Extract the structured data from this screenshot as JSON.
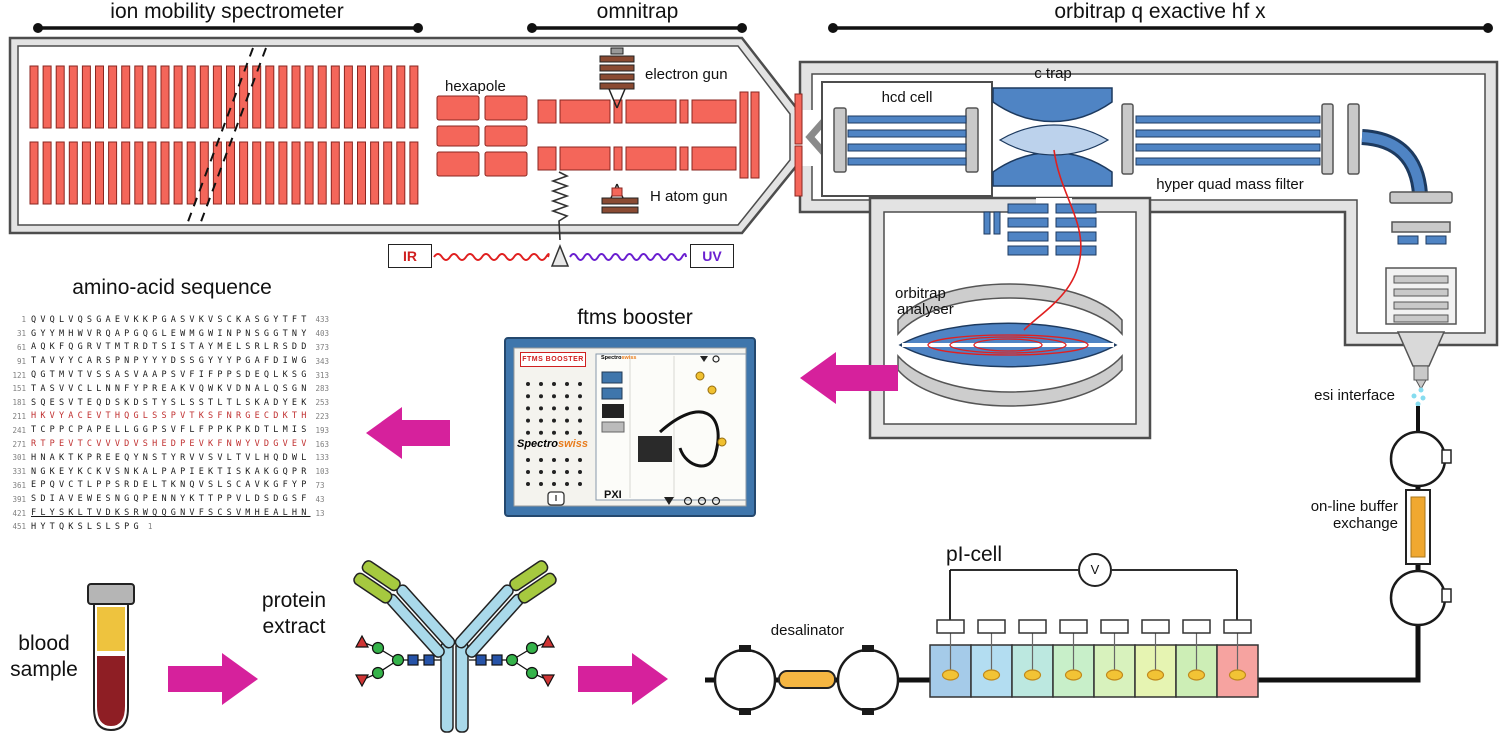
{
  "header": {
    "ims_title": "ion mobility spectrometer",
    "omnitrap_title": "omnitrap",
    "orbitrap_title": "orbitrap q exactive hf x"
  },
  "instrument": {
    "hexapole": "hexapole",
    "electron_gun": "electron gun",
    "h_atom_gun": "H atom gun",
    "ir_label": "IR",
    "uv_label": "UV",
    "hcd_cell": "hcd cell",
    "c_trap": "c trap",
    "hyper_quad": "hyper quad mass filter",
    "orbitrap_analyser_1": "orbitrap",
    "orbitrap_analyser_2": "analyser",
    "esi_interface": "esi interface",
    "buffer_1": "on-line buffer",
    "buffer_2": "exchange"
  },
  "sequence": {
    "title": "amino-acid sequence",
    "rows": [
      {
        "left": "1",
        "right": "433",
        "cls": "",
        "seq": "QVQLVQSGAEVKKPGASVKVSCKASGYTFT"
      },
      {
        "left": "31",
        "right": "403",
        "cls": "",
        "seq": "GYYMHWVRQAPGQGLEWMGWINPNSGGTNY"
      },
      {
        "left": "61",
        "right": "373",
        "cls": "",
        "seq": "AQKFQGRVTMTRDTSISTAYMELSRLRSDD"
      },
      {
        "left": "91",
        "right": "343",
        "cls": "",
        "seq": "TAVYYCARSPNPYYYDSSGYYYPGAFDIWG"
      },
      {
        "left": "121",
        "right": "313",
        "cls": "",
        "seq": "QGTMVTVSSASVAAPSVFIFPPSDEQLKSG"
      },
      {
        "left": "151",
        "right": "283",
        "cls": "",
        "seq": "TASVVCLLNNFYPREAKVQWKVDNALQSGN"
      },
      {
        "left": "181",
        "right": "253",
        "cls": "",
        "seq": "SQESVTEQDSKDSTYSLSSTLTLSKADYEK"
      },
      {
        "left": "211",
        "right": "223",
        "cls": "red",
        "seq": "HKVYACEVTHQGLSSPVTKSFNRGECDKTH"
      },
      {
        "left": "241",
        "right": "193",
        "cls": "",
        "seq": "TCPPCPAPELLGGPSVFLFPPKPKDTLMIS"
      },
      {
        "left": "271",
        "right": "163",
        "cls": "red",
        "seq": "RTPEVTCVVVDVSHEDPEVKFNWYVDGVEV"
      },
      {
        "left": "301",
        "right": "133",
        "cls": "",
        "seq": "HNAKTKPREEQYNSTYRVVSVLTVLHQDWL"
      },
      {
        "left": "331",
        "right": "103",
        "cls": "",
        "seq": "NGKEYKCKVSNKALPAPIEKTISKAKGQPR"
      },
      {
        "left": "361",
        "right": "73",
        "cls": "",
        "seq": "EPQVCTLPPSRDELTKNQVSLSCAVKGFYP"
      },
      {
        "left": "391",
        "right": "43",
        "cls": "",
        "seq": "SDIAVEWESNGQPENNYKTTPPVLDSDGSF"
      },
      {
        "left": "421",
        "right": "13",
        "cls": "ul",
        "seq": "FLYSKLTVDKSRWQQGNVFSCSVMHEALHN"
      },
      {
        "left": "451",
        "right": "1",
        "cls": "",
        "seq": "HYTQKSLSLSPG"
      }
    ]
  },
  "ftms": {
    "title": "ftms booster",
    "device_label": "FTMS BOOSTER",
    "brand_prefix": "Spectro",
    "brand_suffix": "swiss",
    "brand_small_prefix": "Spectro",
    "brand_small_suffix": "swiss",
    "pxi_label": "PXI"
  },
  "workflow": {
    "blood_1": "blood",
    "blood_2": "sample",
    "protein_1": "protein",
    "protein_2": "extract",
    "desalinator": "desalinator",
    "pi_cell_title": "pI-cell",
    "voltmeter": "V"
  },
  "pi_cell_colors": [
    "#a5cbe9",
    "#b3ddf1",
    "#bce8e0",
    "#c8efc9",
    "#d8f2bd",
    "#e6f4b2",
    "#cdeeb6",
    "#f6a3a0"
  ],
  "colors": {
    "electrode_red": "#f4665a",
    "electrode_red_stroke": "#8a2620",
    "rod_blue": "#4f84c4",
    "rod_blue_stroke": "#1d3a5f",
    "arrow_magenta": "#d6219c",
    "housing_gray": "#e3e3e3"
  }
}
